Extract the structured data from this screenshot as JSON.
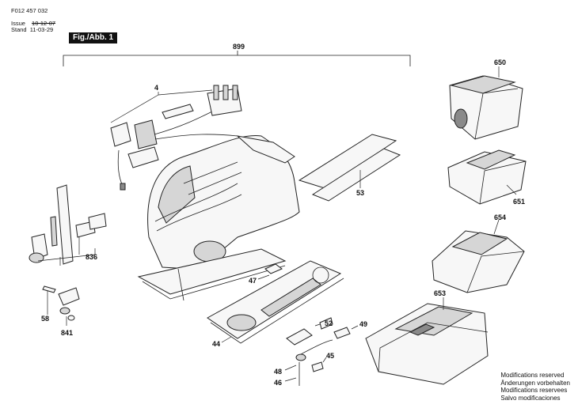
{
  "header": {
    "part_number": "F012 457 032",
    "issue_label": "Issue",
    "issue_value": "10-12-07",
    "stand_label": "Stand",
    "stand_value": "11-03-29",
    "figure_label": "Fig./Abb. 1"
  },
  "callouts": {
    "c899": "899",
    "c4": "4",
    "c53": "53",
    "c836": "836",
    "c58": "58",
    "c841": "841",
    "c47": "47",
    "c44": "44",
    "c52": "52",
    "c49": "49",
    "c48": "48",
    "c46": "46",
    "c45": "45",
    "c650": "650",
    "c651": "651",
    "c654": "654",
    "c653": "653"
  },
  "notes": [
    "Modifications reserved",
    "Änderungen vorbehalten",
    "Modifications reservees",
    "Salvo modificaciones"
  ]
}
